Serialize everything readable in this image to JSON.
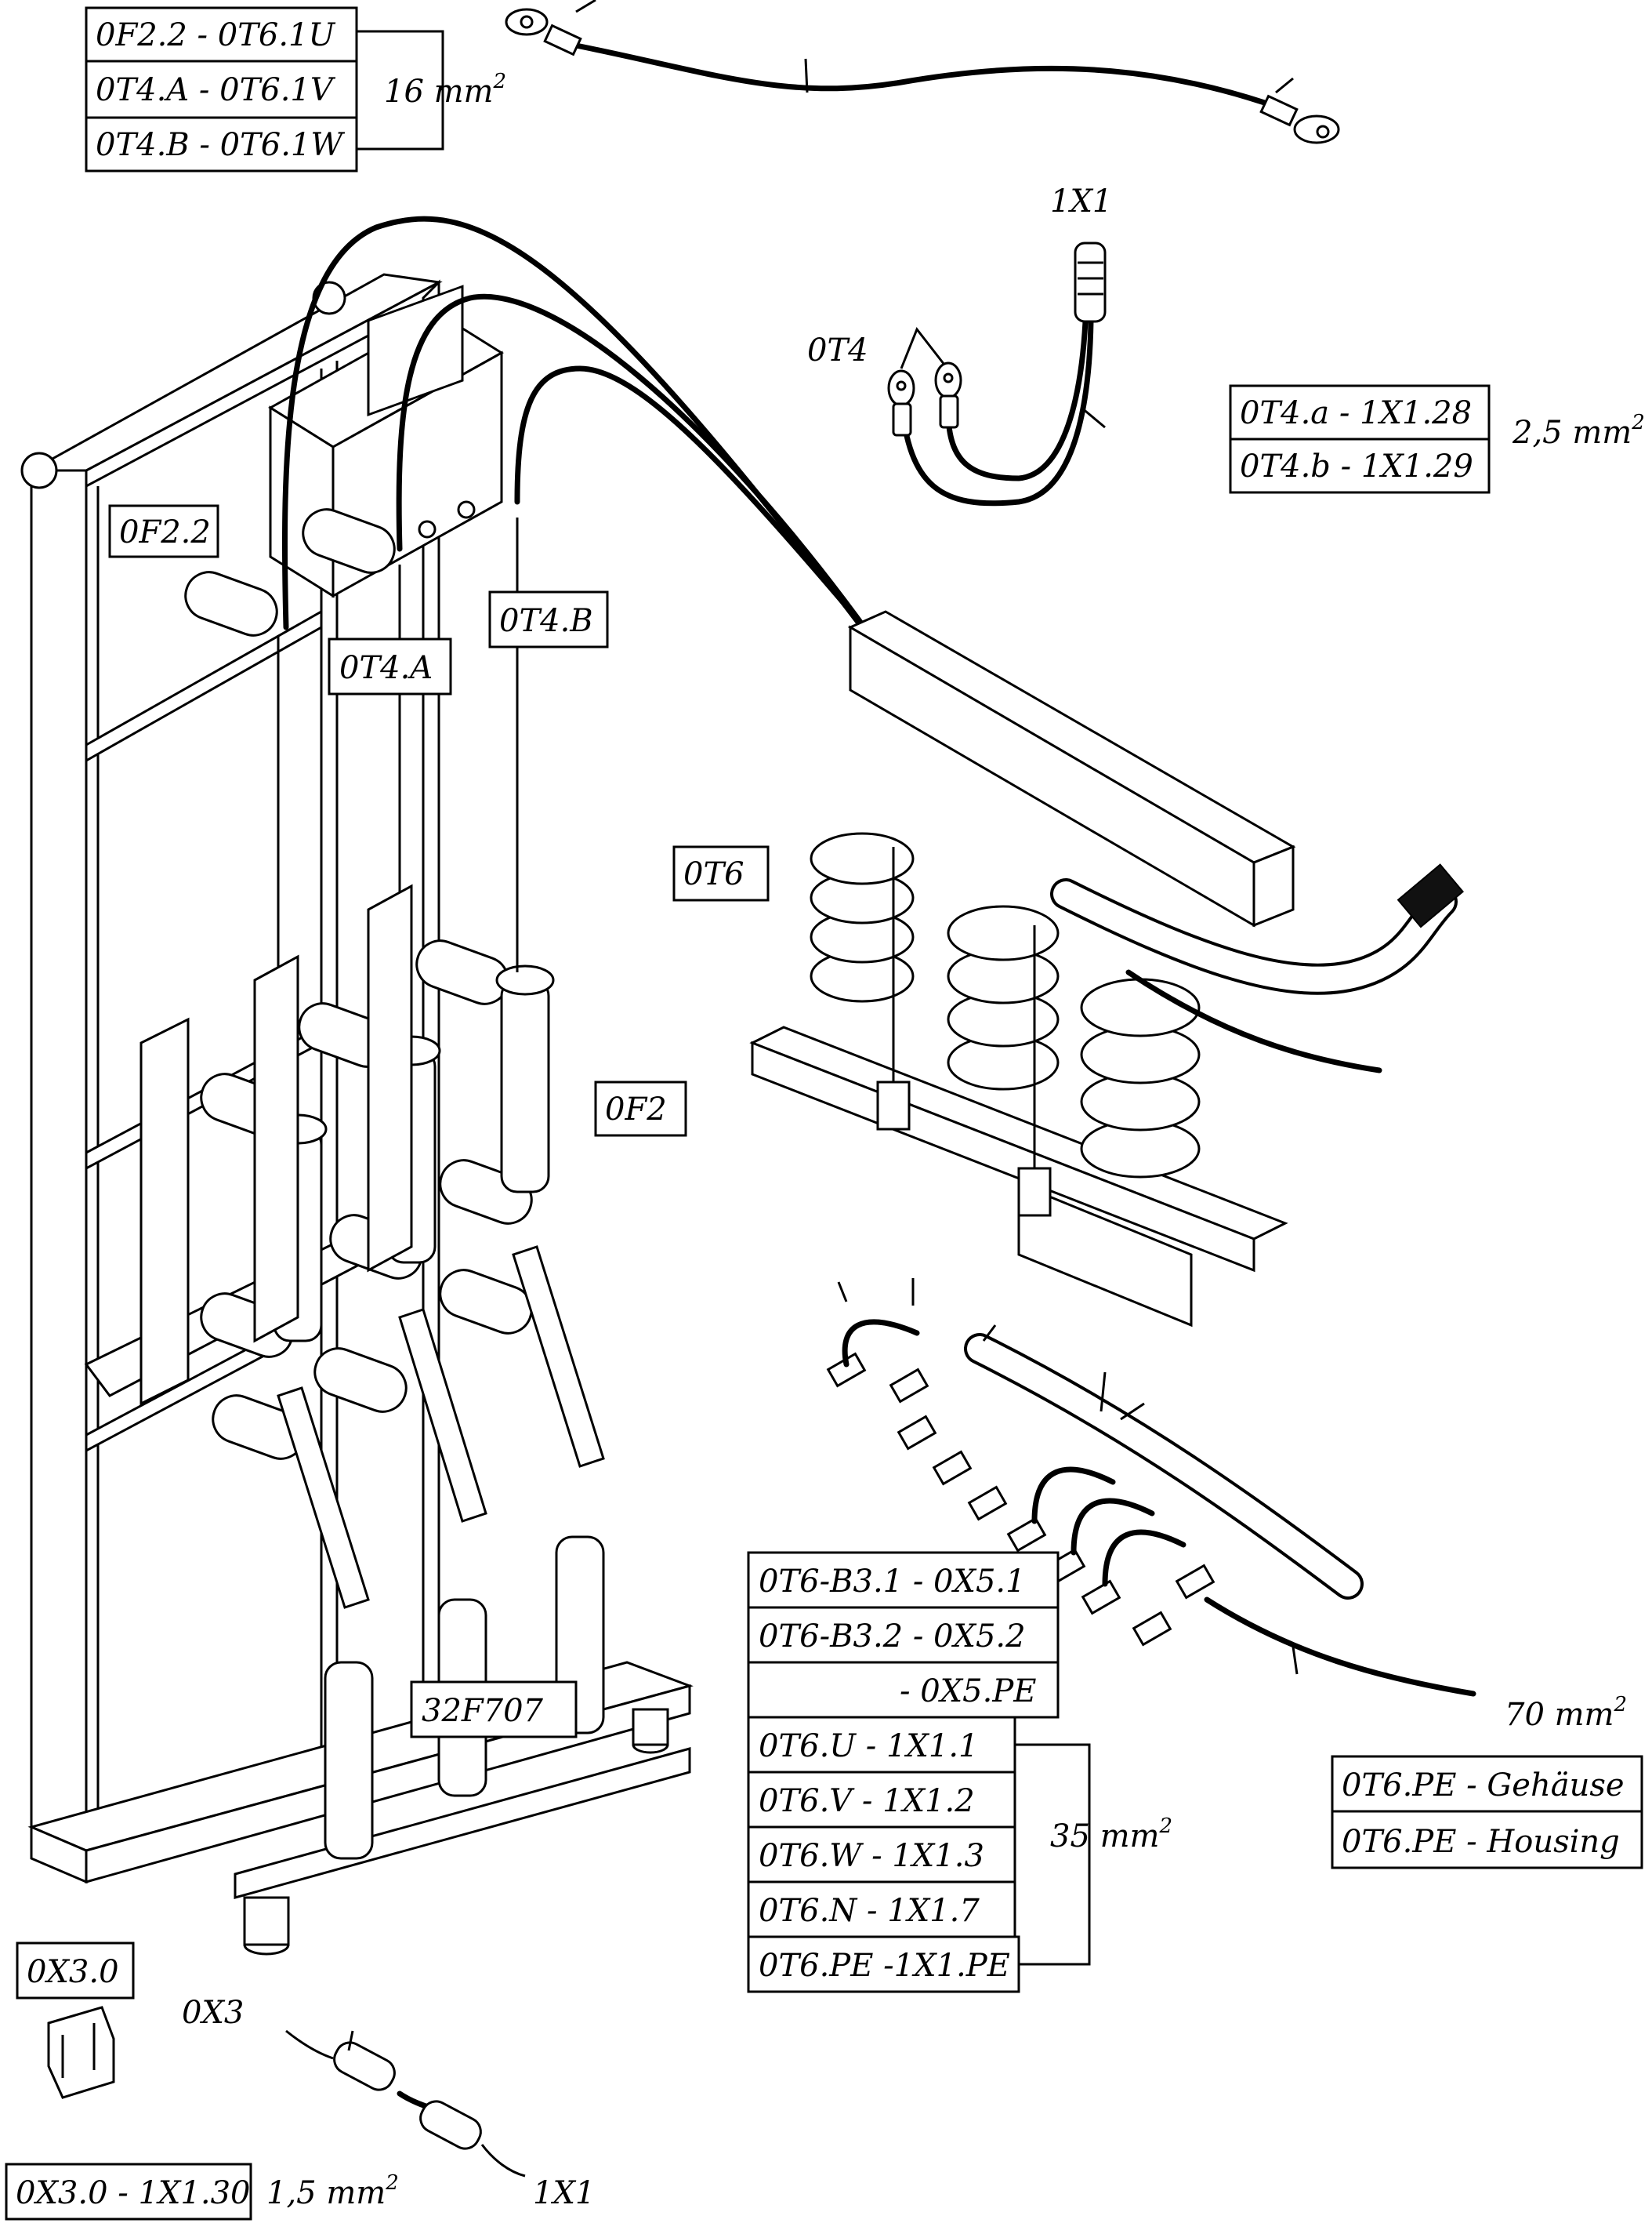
{
  "labels": {
    "top_table": [
      "0F2.2 - 0T6.1U",
      "0T4.A - 0T6.1V",
      "0T4.B - 0T6.1W"
    ],
    "top_size": "16 mm",
    "x1_top": "1X1",
    "t4": "0T4",
    "t4_table": [
      "0T4.a - 1X1.28",
      "0T4.b - 1X1.29"
    ],
    "t4_size": "2,5 mm",
    "f22": "0F2.2",
    "t4a": "0T4.A",
    "t4b": "0T4.B",
    "t6": "0T6",
    "f2": "0F2",
    "b_table": [
      "0T6-B3.1 - 0X5.1",
      "0T6-B3.2 - 0X5.2",
      "- 0X5.PE"
    ],
    "p_table": [
      "0T6.U -   1X1.1",
      "0T6.V -   1X1.2",
      "0T6.W - 1X1.3",
      "0T6.N -  1X1.7",
      "0T6.PE -1X1.PE"
    ],
    "p_size": "35 mm",
    "pe_size": "70 mm",
    "pe_table": [
      "0T6.PE - Gehäuse",
      "0T6.PE - Housing"
    ],
    "f707": "32F707",
    "x30": "0X3.0",
    "x3": "0X3",
    "x30_table": "0X3.0 - 1X1.30",
    "x30_size": "1,5 mm",
    "x1_bottom": "1X1",
    "sup": "2"
  }
}
